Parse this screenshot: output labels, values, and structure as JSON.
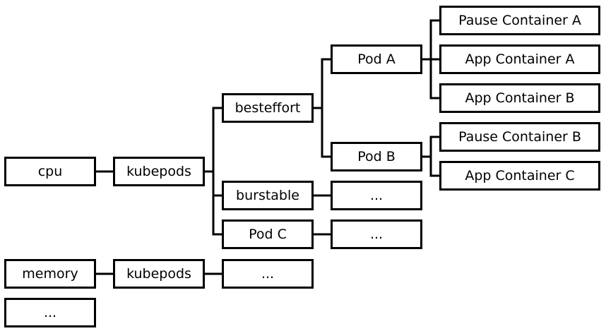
{
  "nodes": {
    "cpu": "cpu",
    "cpu_kubepods": "kubepods",
    "besteffort": "besteffort",
    "burstable": "burstable",
    "pod_c": "Pod C",
    "pod_a": "Pod A",
    "pod_b": "Pod B",
    "burstable_more": "...",
    "pod_c_more": "...",
    "pause_container_a": "Pause Container A",
    "app_container_a": "App Container A",
    "app_container_b": "App Container B",
    "pause_container_b": "Pause Container B",
    "app_container_c": "App Container C",
    "memory": "memory",
    "memory_kubepods": "kubepods",
    "memory_more": "...",
    "root_more": "..."
  },
  "edges": [
    [
      "cpu",
      "cpu_kubepods"
    ],
    [
      "cpu_kubepods",
      "besteffort"
    ],
    [
      "cpu_kubepods",
      "burstable"
    ],
    [
      "cpu_kubepods",
      "pod_c"
    ],
    [
      "besteffort",
      "pod_a"
    ],
    [
      "besteffort",
      "pod_b"
    ],
    [
      "pod_a",
      "pause_container_a"
    ],
    [
      "pod_a",
      "app_container_a"
    ],
    [
      "pod_a",
      "app_container_b"
    ],
    [
      "pod_b",
      "pause_container_b"
    ],
    [
      "pod_b",
      "app_container_c"
    ],
    [
      "burstable",
      "burstable_more"
    ],
    [
      "pod_c",
      "pod_c_more"
    ],
    [
      "memory",
      "memory_kubepods"
    ],
    [
      "memory_kubepods",
      "memory_more"
    ]
  ]
}
